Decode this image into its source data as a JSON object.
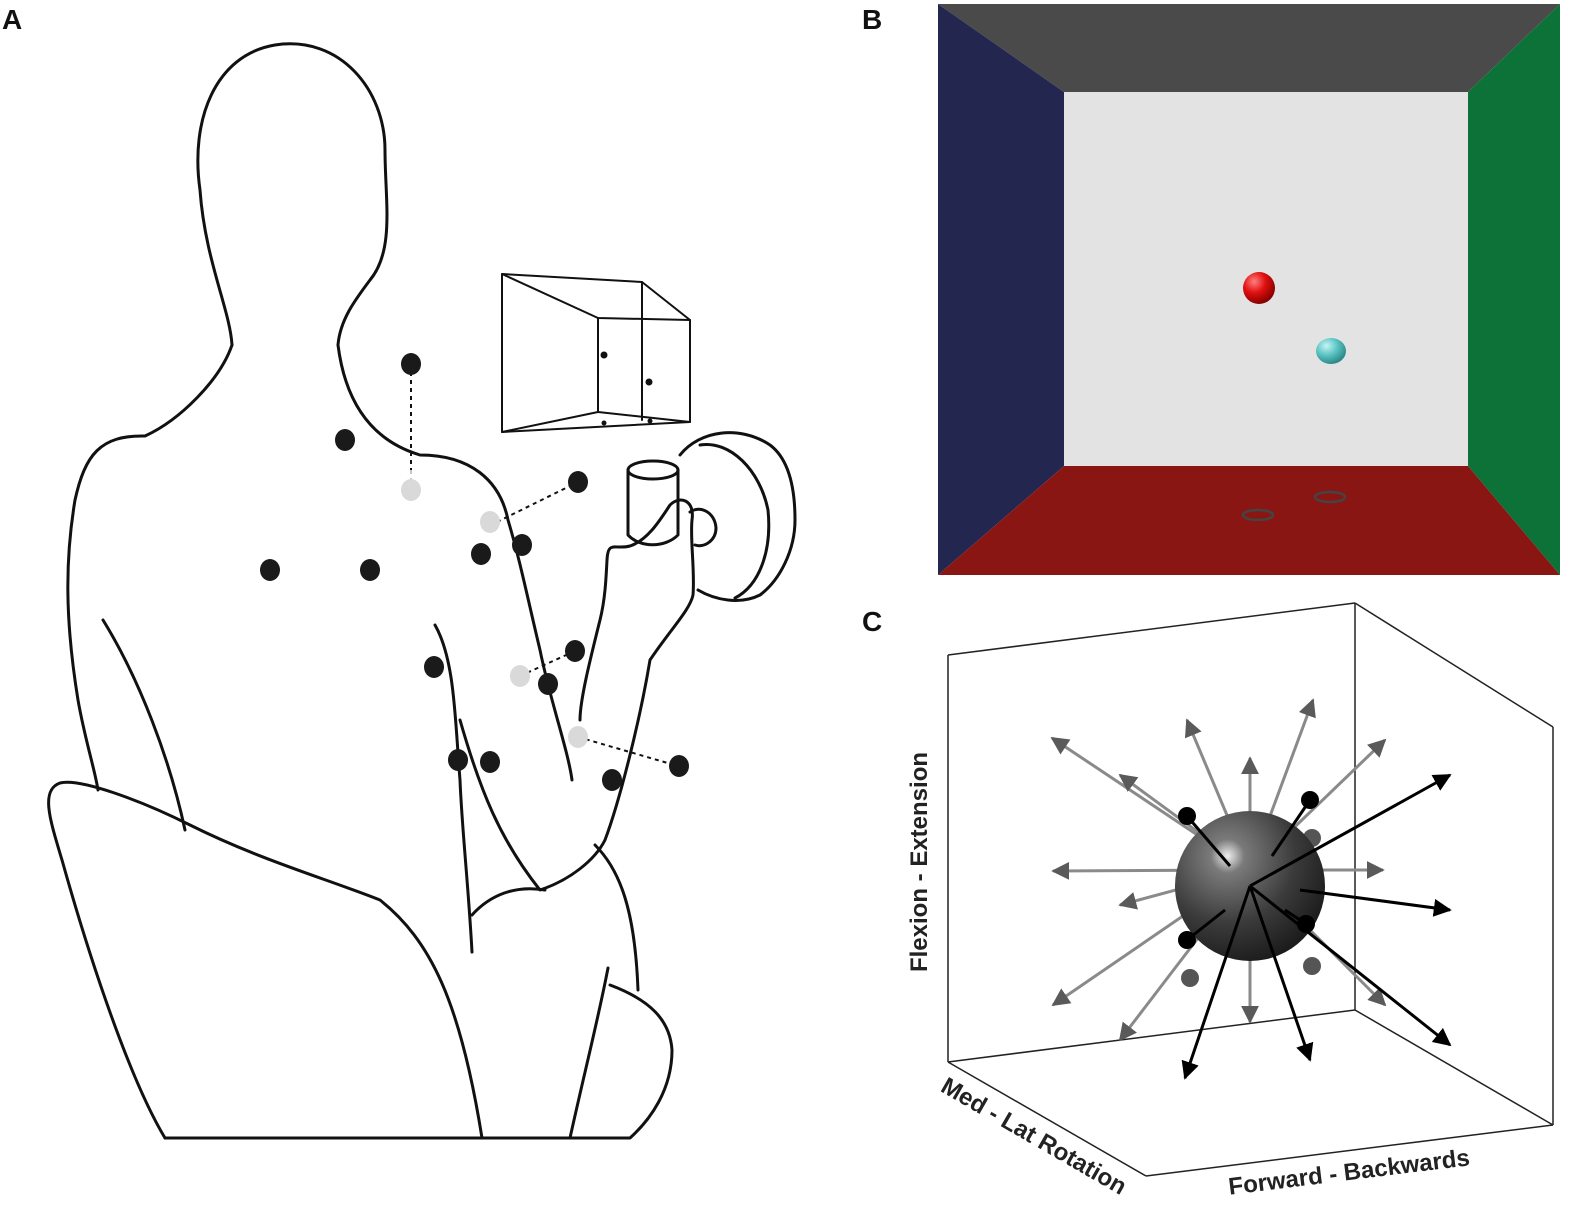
{
  "panels": {
    "a": {
      "label": "A"
    },
    "b": {
      "label": "B",
      "colors": {
        "ceiling": "#4a4a4a",
        "left_wall": "#23264f",
        "right_wall": "#0c7237",
        "floor": "#8a1614",
        "back_wall": "#e3e3e3",
        "target": "#e01010",
        "cursor": "#5ec6c6"
      }
    },
    "c": {
      "label": "C",
      "axes": {
        "vertical": "Flexion - Extension",
        "depth": "Med - Lat Rotation",
        "horizontal": "Forward - Backwards"
      }
    }
  }
}
